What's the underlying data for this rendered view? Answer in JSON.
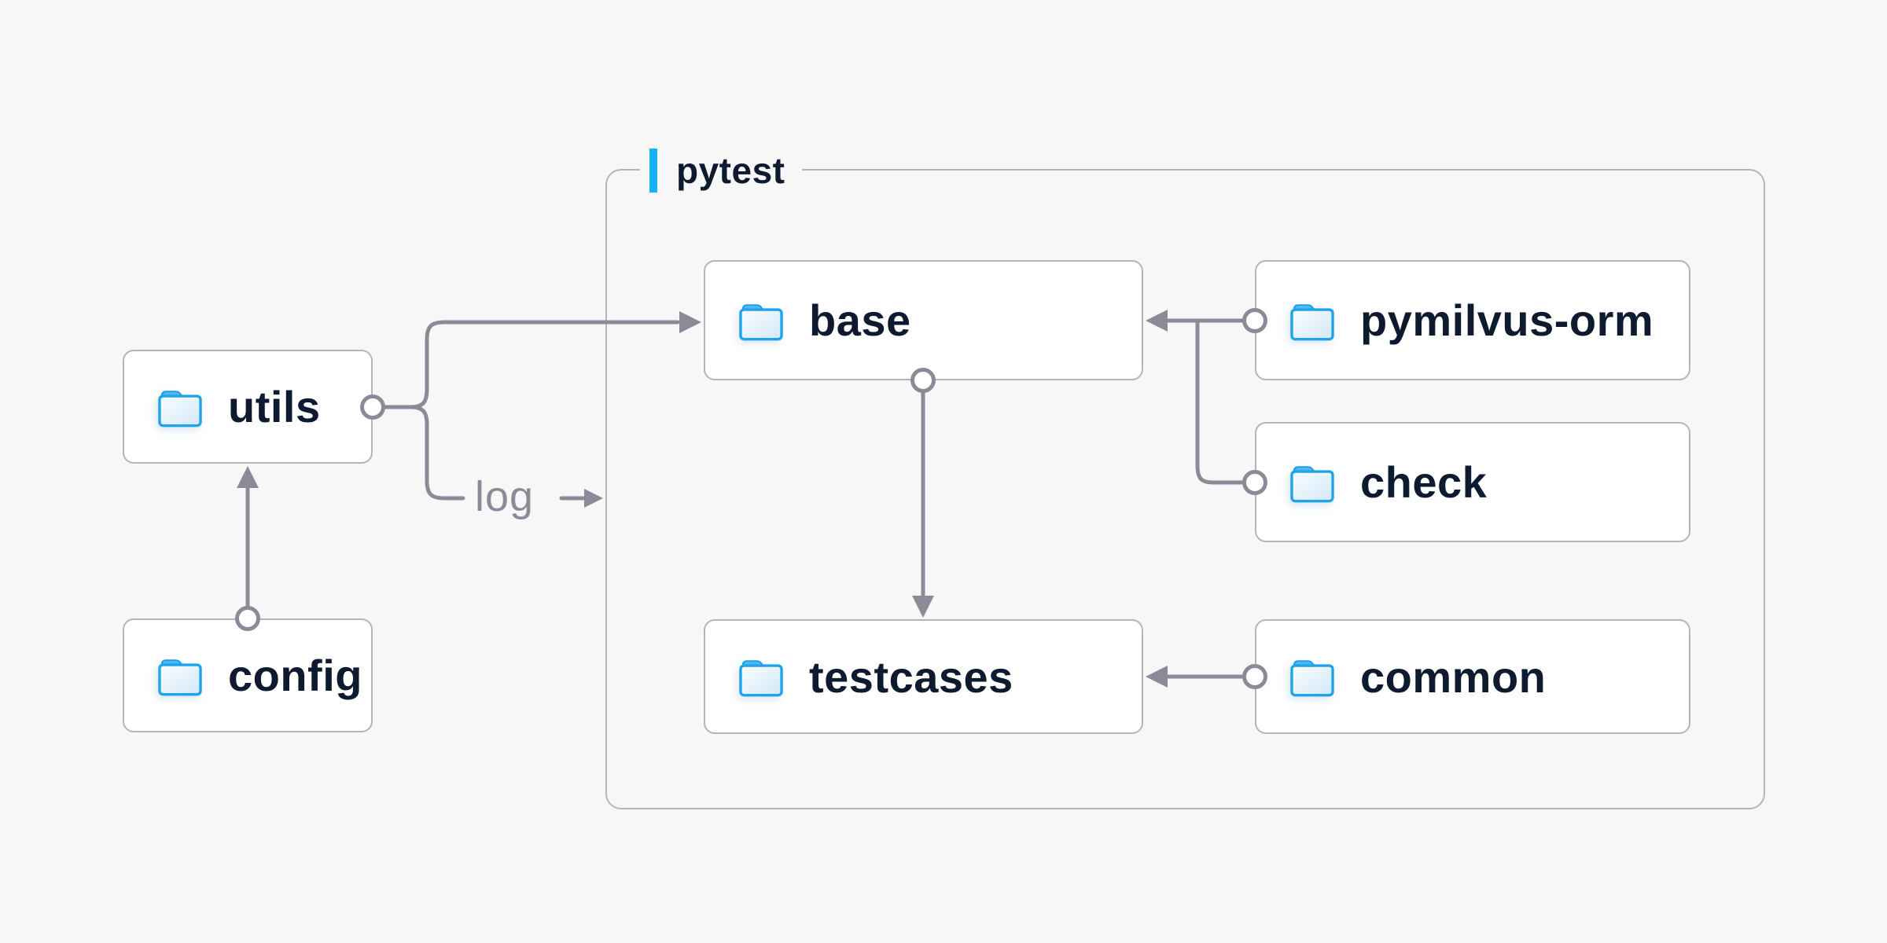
{
  "group": {
    "label": "pytest",
    "accent_color": "#16b2f2"
  },
  "nodes": {
    "utils": {
      "label": "utils",
      "icon": "folder-icon"
    },
    "config": {
      "label": "config",
      "icon": "folder-icon"
    },
    "base": {
      "label": "base",
      "icon": "folder-icon"
    },
    "pymilvus": {
      "label": "pymilvus-orm",
      "icon": "folder-icon"
    },
    "check": {
      "label": "check",
      "icon": "folder-icon"
    },
    "testcases": {
      "label": "testcases",
      "icon": "folder-icon"
    },
    "common": {
      "label": "common",
      "icon": "folder-icon"
    }
  },
  "edges": {
    "list": [
      {
        "from": "config",
        "to": "utils",
        "label": ""
      },
      {
        "from": "utils",
        "to": "base",
        "label": ""
      },
      {
        "from": "utils",
        "to": "pytest",
        "label": "log"
      },
      {
        "from": "pymilvus-orm",
        "to": "base",
        "label": ""
      },
      {
        "from": "check",
        "to": "base",
        "label": ""
      },
      {
        "from": "base",
        "to": "testcases",
        "label": ""
      },
      {
        "from": "common",
        "to": "testcases",
        "label": ""
      }
    ]
  },
  "colors": {
    "background": "#f7f7f8",
    "node_fill": "#ffffff",
    "node_border": "#b4b4bf",
    "wire_gray": "#8b8b97",
    "text_navy": "#0e1a2f",
    "accent_blue": "#16b2f2",
    "folder_blue": "#1ea4e9"
  }
}
